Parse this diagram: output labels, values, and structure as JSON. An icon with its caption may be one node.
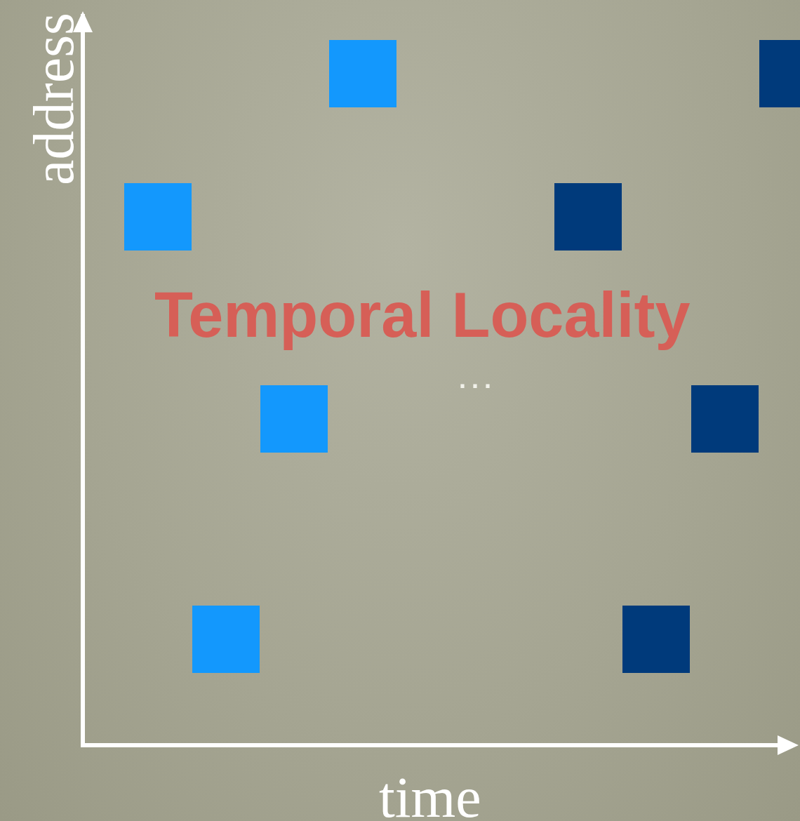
{
  "diagram": {
    "labels": [
      "address",
      "Temporal Locality",
      "...",
      "time"
    ]
  }
}
